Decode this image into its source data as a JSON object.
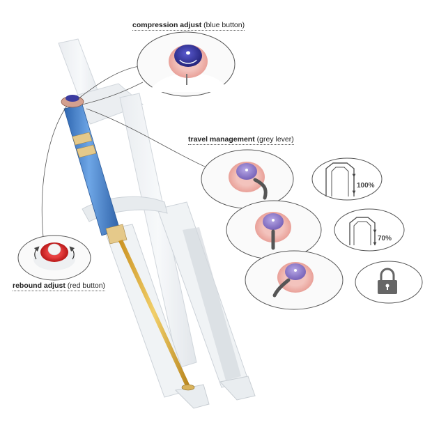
{
  "labels": {
    "compression": {
      "title": "compression adjust",
      "note": "(blue button)"
    },
    "travel": {
      "title": "travel management",
      "note": "(grey lever)"
    },
    "rebound": {
      "title": "rebound adjust",
      "note": "(red button)"
    }
  },
  "travel_positions": [
    "100%",
    "70%"
  ],
  "icons": [
    "lock-icon"
  ],
  "colors": {
    "compression_button": "#3a3aa8",
    "travel_knob": "#9a88d0",
    "rebound_button": "#d42a2a",
    "stanchion_blue": "#3f7fc8",
    "rebound_rod": "#e3b33a"
  }
}
